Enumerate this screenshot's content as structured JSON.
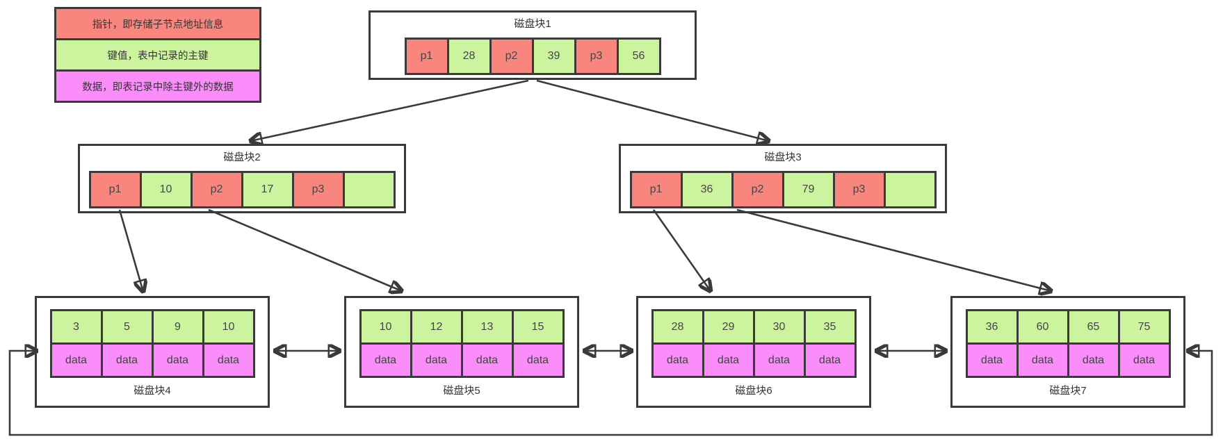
{
  "colors": {
    "pointer": "#f9867e",
    "key": "#ccf49e",
    "data": "#fa8dfa",
    "line": "#3a3a3a"
  },
  "legend": {
    "items": [
      {
        "type": "pointer",
        "label": "指针，即存储子节点地址信息"
      },
      {
        "type": "key",
        "label": "键值，表中记录的主键"
      },
      {
        "type": "data",
        "label": "数据，即表记录中除主键外的数据"
      }
    ]
  },
  "internal": [
    {
      "title": "磁盘块1",
      "cells": [
        {
          "text": "p1",
          "type": "pointer"
        },
        {
          "text": "28",
          "type": "key"
        },
        {
          "text": "p2",
          "type": "pointer"
        },
        {
          "text": "39",
          "type": "key"
        },
        {
          "text": "p3",
          "type": "pointer"
        },
        {
          "text": "56",
          "type": "key"
        }
      ]
    },
    {
      "title": "磁盘块2",
      "cells": [
        {
          "text": "p1",
          "type": "pointer"
        },
        {
          "text": "10",
          "type": "key"
        },
        {
          "text": "p2",
          "type": "pointer"
        },
        {
          "text": "17",
          "type": "key"
        },
        {
          "text": "p3",
          "type": "pointer"
        },
        {
          "text": "",
          "type": "key"
        }
      ]
    },
    {
      "title": "磁盘块3",
      "cells": [
        {
          "text": "p1",
          "type": "pointer"
        },
        {
          "text": "36",
          "type": "key"
        },
        {
          "text": "p2",
          "type": "pointer"
        },
        {
          "text": "79",
          "type": "key"
        },
        {
          "text": "p3",
          "type": "pointer"
        },
        {
          "text": "",
          "type": "key"
        }
      ]
    }
  ],
  "leaves": [
    {
      "title": "磁盘块4",
      "keys": [
        "3",
        "5",
        "9",
        "10"
      ],
      "data_row": [
        "data",
        "data",
        "data",
        "data"
      ]
    },
    {
      "title": "磁盘块5",
      "keys": [
        "10",
        "12",
        "13",
        "15"
      ],
      "data_row": [
        "data",
        "data",
        "data",
        "data"
      ]
    },
    {
      "title": "磁盘块6",
      "keys": [
        "28",
        "29",
        "30",
        "35"
      ],
      "data_row": [
        "data",
        "data",
        "data",
        "data"
      ]
    },
    {
      "title": "磁盘块7",
      "keys": [
        "36",
        "60",
        "65",
        "75"
      ],
      "data_row": [
        "data",
        "data",
        "data",
        "data"
      ]
    }
  ]
}
